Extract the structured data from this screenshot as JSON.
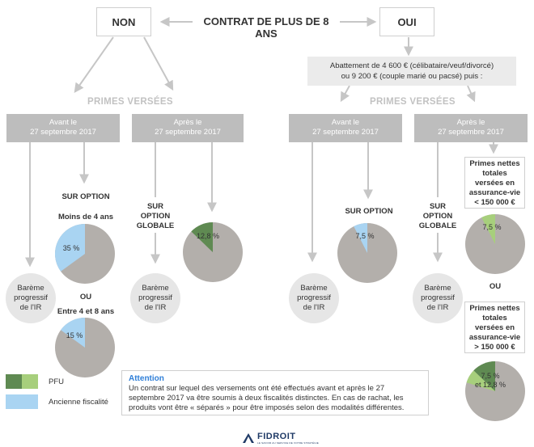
{
  "header": {
    "non": "NON",
    "oui": "OUI",
    "title": "CONTRAT DE PLUS DE 8 ANS"
  },
  "abattement": {
    "line1": "Abattement de 4 600 € (célibataire/veuf/divorcé)",
    "line2": "ou 9 200 € (couple marié ou pacsé) puis :"
  },
  "section_label": "PRIMES VERSÉES",
  "period": {
    "avant_l1": "Avant le",
    "apres_l1": "Après le",
    "date": "27 septembre 2017"
  },
  "labels": {
    "sur_option": "SUR OPTION",
    "moins_4_ans": "Moins de 4 ans",
    "entre_4_8": "Entre 4 et 8 ans",
    "ou": "OU",
    "sur_option_globale_l1": "SUR",
    "sur_option_globale_l2": "OPTION",
    "sur_option_globale_l3": "GLOBALE",
    "bareme_l1": "Barème",
    "bareme_l2": "progressif",
    "bareme_l3": "de l'IR"
  },
  "primes": {
    "below": [
      "Primes nettes",
      "totales",
      "versées en",
      "assurance-vie",
      "< 150 000 €"
    ],
    "above": [
      "Primes nettes",
      "totales",
      "versées en",
      "assurance-vie",
      "> 150 000 €"
    ]
  },
  "pies": [
    {
      "id": "non-moins4",
      "label": "35 %",
      "value": 35,
      "kind": "ancienne"
    },
    {
      "id": "non-entre48",
      "label": "15 %",
      "value": 15,
      "kind": "ancienne"
    },
    {
      "id": "non-apres",
      "label": "12,8 %",
      "value": 12.8,
      "kind": "pfu"
    },
    {
      "id": "oui-avant",
      "label": "7,5 %",
      "value": 7.5,
      "kind": "ancienne"
    },
    {
      "id": "oui-apres-below",
      "label": "7,5 %",
      "value": 7.5,
      "kind": "pfu"
    },
    {
      "id": "oui-apres-above",
      "label_l1": "7,5 %",
      "label_l2": "et 12,8 %",
      "values": [
        7.5,
        12.8
      ],
      "kind": "pfu-dual"
    }
  ],
  "legend": {
    "pfu": "PFU",
    "ancienne": "Ancienne fiscalité"
  },
  "attention": {
    "title": "Attention",
    "body": "Un contrat sur lequel des versements ont été effectués avant et après le 27 septembre 2017 va être soumis à deux fiscalités distinctes. En cas de rachat, les produits vont être « séparés » pour être imposés selon des modalités différentes."
  },
  "logo": {
    "name": "FIDROIT",
    "tagline": "LE SAVOIR AU SERVICE DE VOTRE STRATÉGIE"
  },
  "colors": {
    "pie_base": "#b3afab",
    "ancienne": "#a9d4f2",
    "pfu_dark": "#5f8a52",
    "pfu_light": "#a7cf7c",
    "grey_box": "#bdbdbd",
    "accent": "#2f7fd8"
  }
}
